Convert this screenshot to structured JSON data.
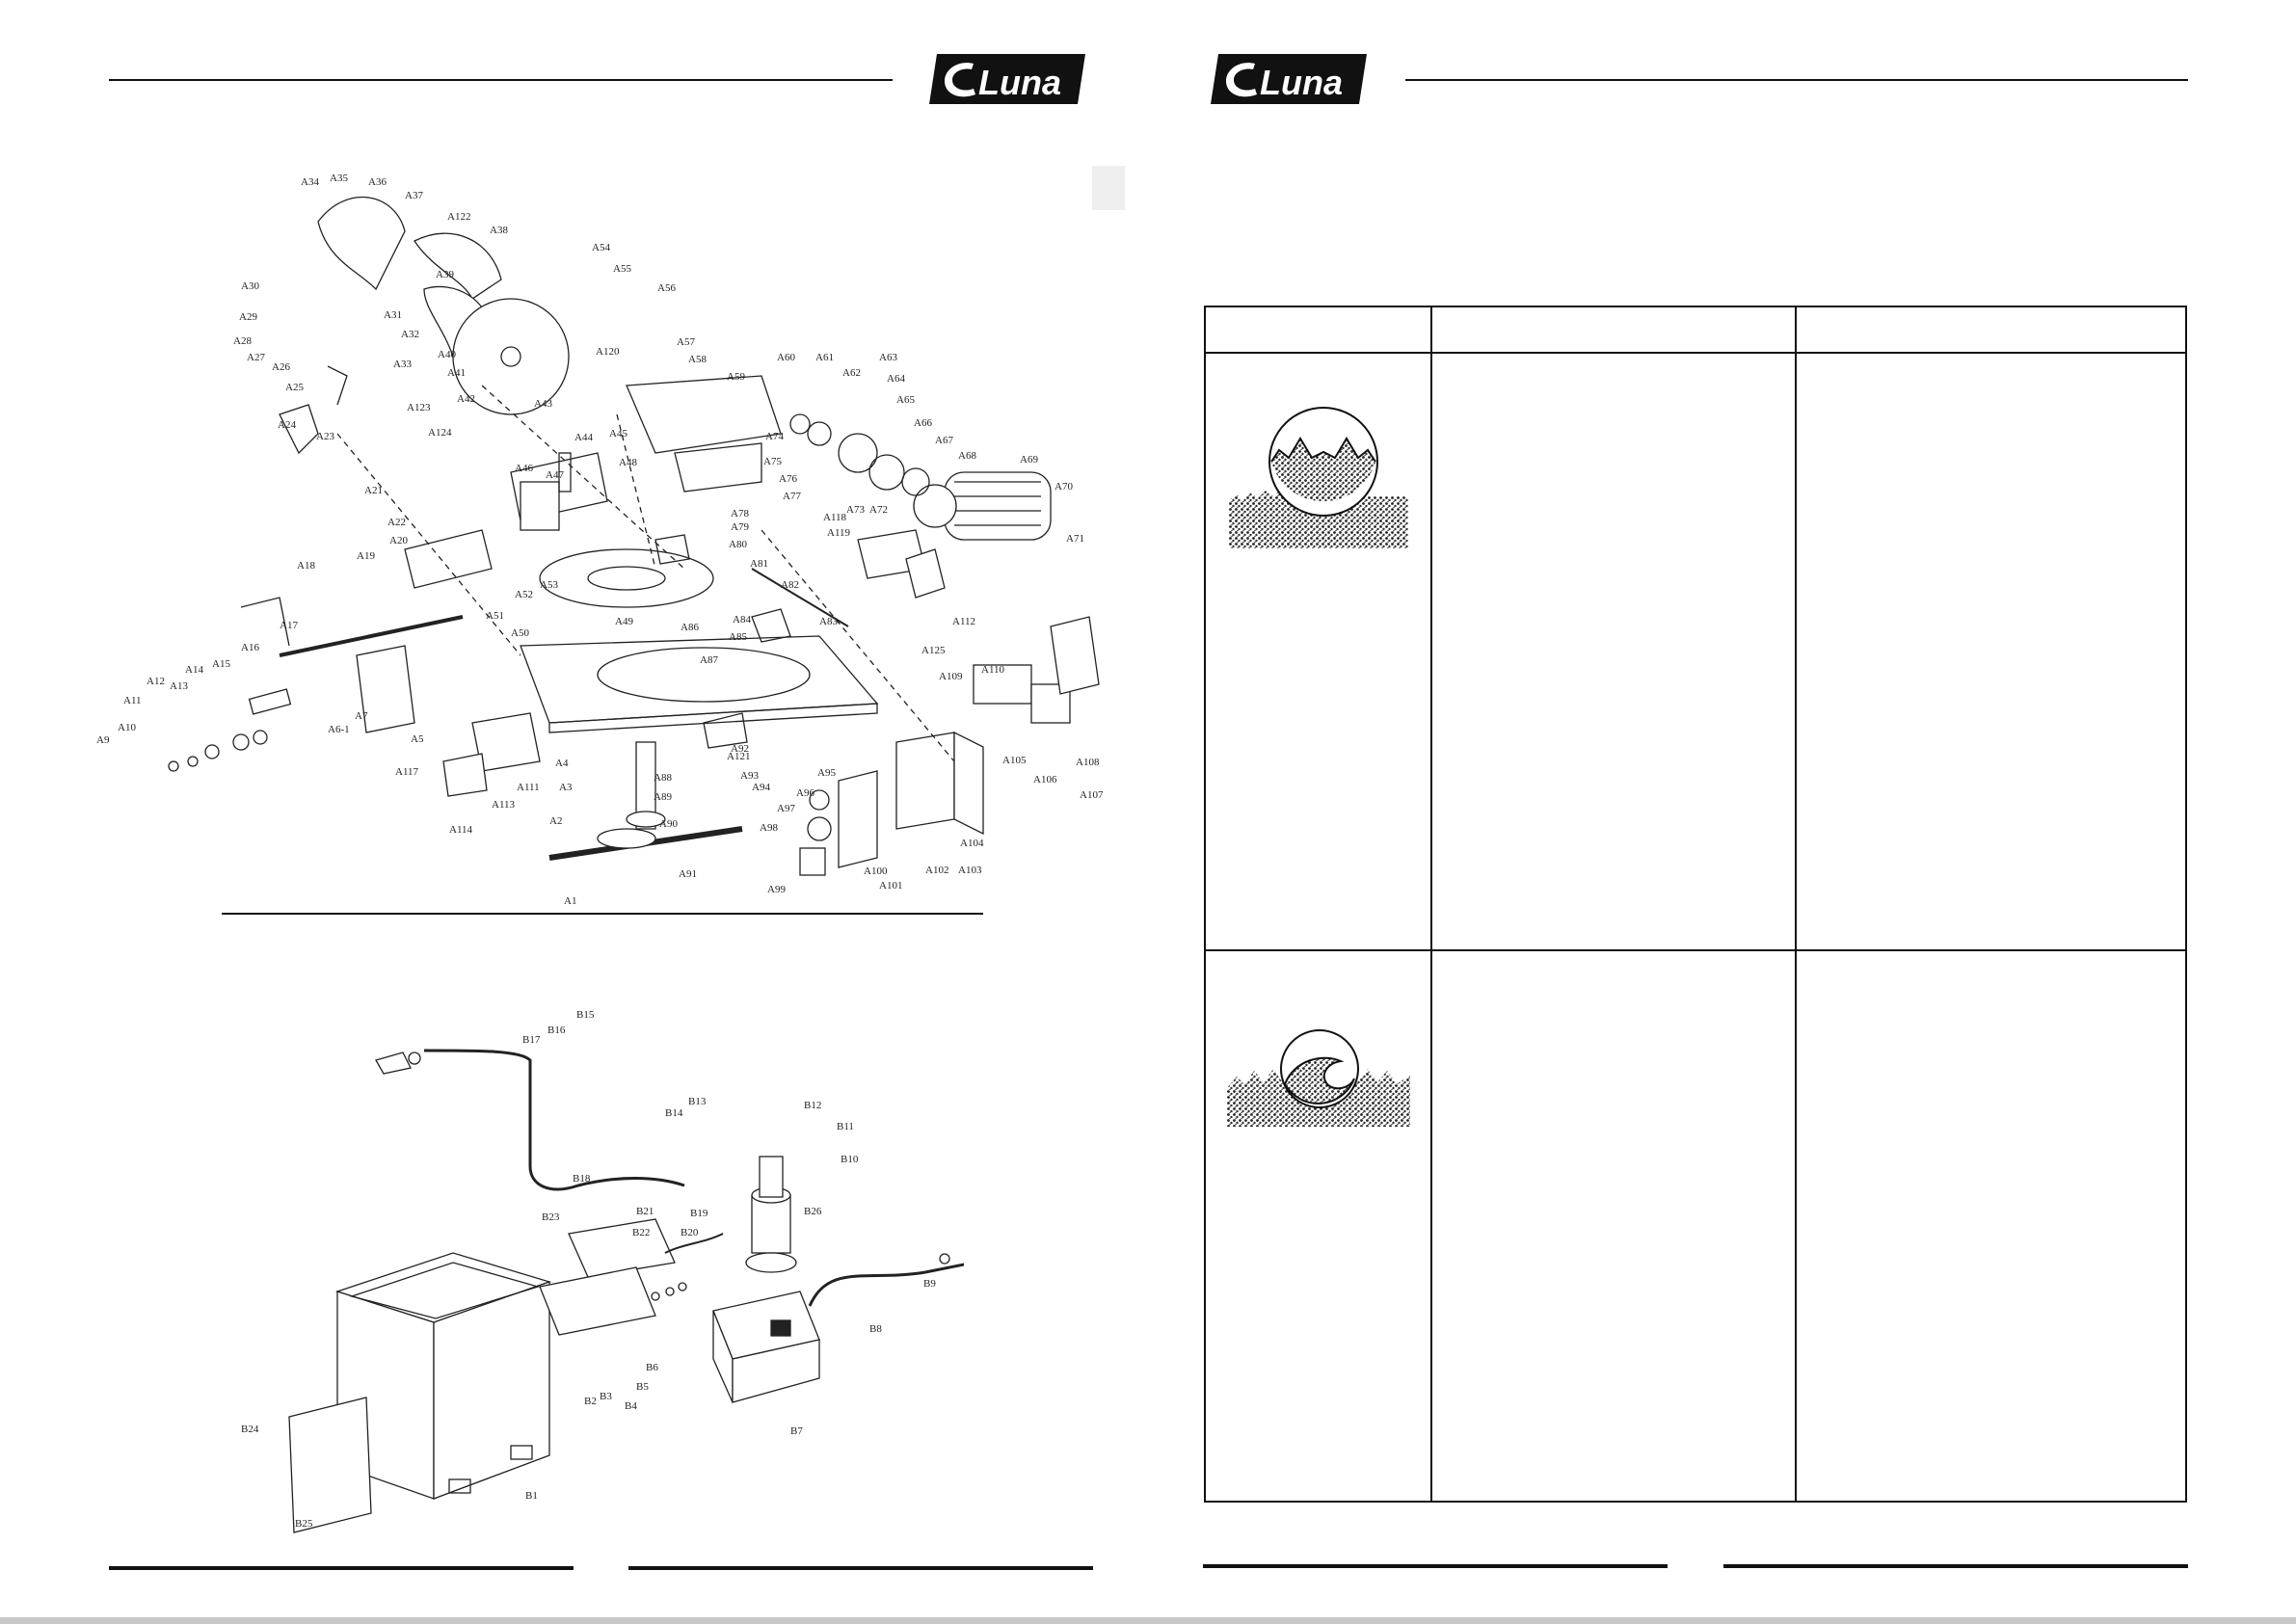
{
  "brand": {
    "logo_text": "Luna"
  },
  "diagram_a": {
    "labels": [
      "A1",
      "A2",
      "A3",
      "A4",
      "A5",
      "A6-1",
      "A7",
      "A9",
      "A10",
      "A11",
      "A12",
      "A13",
      "A14",
      "A15",
      "A16",
      "A17",
      "A18",
      "A19",
      "A20",
      "A21",
      "A22",
      "A23",
      "A24",
      "A25",
      "A26",
      "A27",
      "A28",
      "A29",
      "A30",
      "A31",
      "A32",
      "A33",
      "A34",
      "A35",
      "A36",
      "A37",
      "A38",
      "A39",
      "A40",
      "A41",
      "A42",
      "A43",
      "A44",
      "A45",
      "A46",
      "A47",
      "A48",
      "A49",
      "A50",
      "A51",
      "A52",
      "A53",
      "A54",
      "A55",
      "A56",
      "A57",
      "A58",
      "A59",
      "A60",
      "A61",
      "A62",
      "A63",
      "A64",
      "A65",
      "A66",
      "A67",
      "A68",
      "A69",
      "A70",
      "A71",
      "A72",
      "A73",
      "A74",
      "A75",
      "A76",
      "A77",
      "A78",
      "A79",
      "A80",
      "A81",
      "A82",
      "A83",
      "A84",
      "A85",
      "A86",
      "A87",
      "A88",
      "A89",
      "A90",
      "A91",
      "A92",
      "A93",
      "A94",
      "A95",
      "A96",
      "A97",
      "A98",
      "A99",
      "A100",
      "A101",
      "A102",
      "A103",
      "A104",
      "A105",
      "A106",
      "A107",
      "A108",
      "A109",
      "A110",
      "A111",
      "A112",
      "A113",
      "A114",
      "A117",
      "A118",
      "A119",
      "A120",
      "A121",
      "A122",
      "A123",
      "A124",
      "A125"
    ]
  },
  "diagram_b": {
    "labels": [
      "B1",
      "B2",
      "B3",
      "B4",
      "B5",
      "B6",
      "B7",
      "B8",
      "B9",
      "B10",
      "B11",
      "B12",
      "B13",
      "B14",
      "B15",
      "B16",
      "B17",
      "B18",
      "B19",
      "B20",
      "B21",
      "B22",
      "B23",
      "B24",
      "B25",
      "B26"
    ]
  },
  "table": {
    "header": [
      "",
      "",
      ""
    ],
    "rows": [
      {
        "icon": "fine-tooth-blade-icon",
        "col2": "",
        "col3": ""
      },
      {
        "icon": "coarse-tooth-blade-icon",
        "col2": "",
        "col3": ""
      }
    ]
  }
}
